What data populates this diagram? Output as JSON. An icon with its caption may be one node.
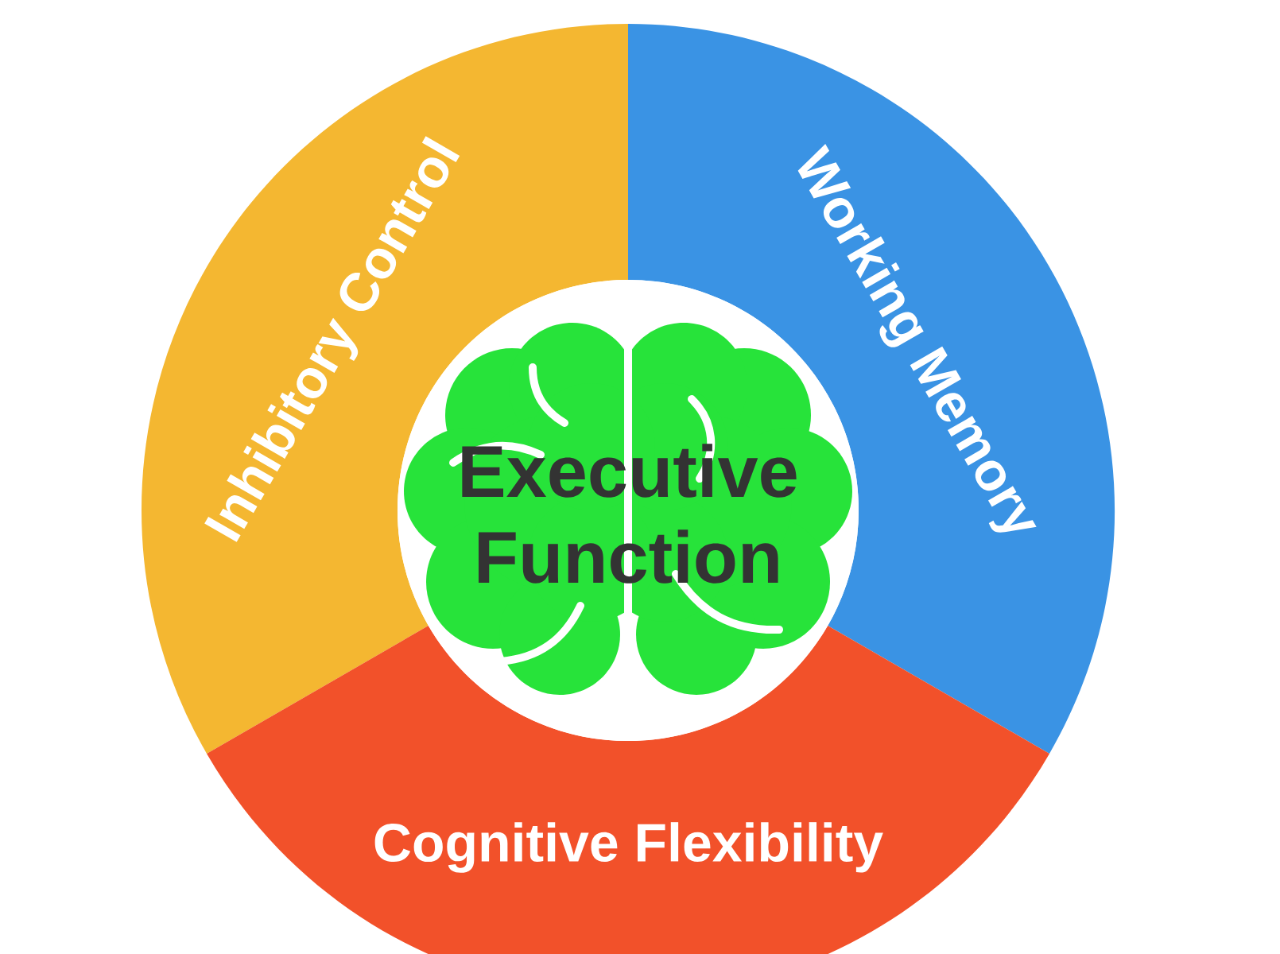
{
  "diagram": {
    "nodes": [
      {
        "text": [
          "Executive Function"
        ]
      },
      {
        "text": [
          "Inhibitory Control"
        ]
      },
      {
        "text": [
          "Working Memory"
        ]
      },
      {
        "text": [
          "Cognitive Flexibility"
        ]
      }
    ]
  }
}
